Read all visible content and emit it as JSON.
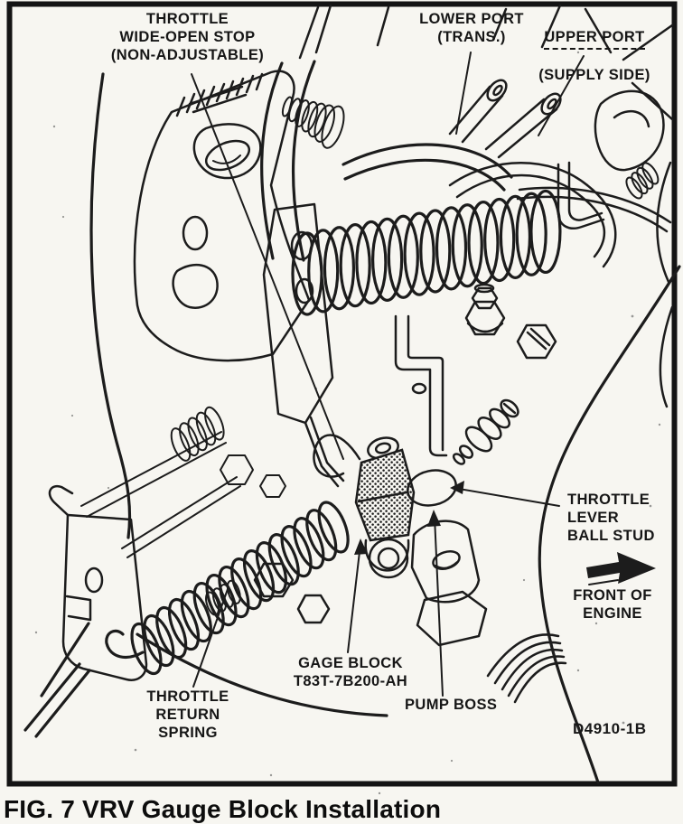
{
  "figure": {
    "caption": "FIG. 7  VRV Gauge Block Installation",
    "code": "D4910-1B"
  },
  "labels": {
    "wide_open_stop": "THROTTLE\nWIDE-OPEN STOP\n(NON-ADJUSTABLE)",
    "lower_port": "LOWER PORT\n(TRANS.)",
    "upper_port_title": "UPPER PORT",
    "upper_port_sub": "(SUPPLY SIDE)",
    "throttle_lever_ball_stud": "THROTTLE\nLEVER\nBALL STUD",
    "front_of_engine": "FRONT OF\nENGINE",
    "gage_block": "GAGE BLOCK\nT83T-7B200-AH",
    "pump_boss": "PUMP BOSS",
    "throttle_return_spring": "THROTTLE\nRETURN\nSPRING"
  },
  "icons": {
    "front_of_engine_arrow": "solid right-arrow"
  },
  "colors": {
    "ink": "#1c1c1c",
    "paper": "#f7f6f1"
  }
}
